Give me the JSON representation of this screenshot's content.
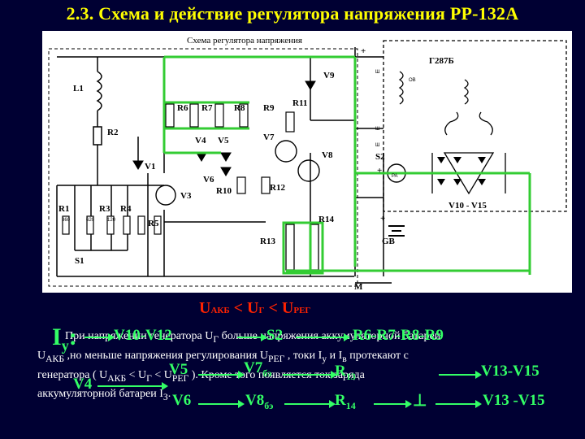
{
  "slide": {
    "title": "2.3. Схема и действие регулятора напряжения РР-132А"
  },
  "diagram": {
    "heading": "Схема регулятора напряжения",
    "generator_label": "Г287Б",
    "labels": {
      "L1": "L1",
      "R2": "R2",
      "R1": "R1",
      "R3": "R3",
      "R4": "R4",
      "R5": "R5",
      "V1": "V1",
      "V3": "V3",
      "S1": "S1",
      "R6": "R6",
      "R7": "R7",
      "R8": "R8",
      "R9": "R9",
      "R11": "R11",
      "R10": "R10",
      "R12": "R12",
      "R13": "R13",
      "R14": "R14",
      "V4": "V4",
      "V5": "V5",
      "V6": "V6",
      "V7": "V7",
      "V8": "V8",
      "V9": "V9",
      "Sh_top": "Ш",
      "Sh_mid": "Ш",
      "Sh_low": "Ш",
      "OV": "ОВ",
      "S2": "S2",
      "PA": "PA",
      "GB": "GB",
      "M": "М",
      "plus_top": "+",
      "plus_mid": "+",
      "plus_gb": "+",
      "rectifier": "V10 - V15",
      "r_small_1": "360",
      "r_small_2": "620",
      "r_small_3": "120"
    }
  },
  "formula": {
    "parts": [
      "U",
      "АКБ",
      " < U",
      "Г",
      " < U",
      "РЕГ"
    ]
  },
  "paragraph": {
    "l1": "При напряжении генератора U",
    "l1s": "Г",
    "l1b": " больше напряжения аккумуляторной батареи",
    "l2a": "U",
    "l2s": "АКБ",
    "l2b": " ,но меньше напряжения регулирования U",
    "l2s2": "РЕГ",
    "l2c": " , токи I",
    "l2s3": "у",
    "l2d": " и I",
    "l2s4": "в",
    "l2e": " протекают с",
    "l3a": "генератора ( U",
    "l3s": "АКБ",
    "l3b": " < U",
    "l3s2": "Г",
    "l3c": " < U",
    "l3s3": "РЕГ",
    "l3d": " ). Кроме того появляется ток заряда",
    "l4a": "аккумуляторной батареи I",
    "l4s": "З",
    "l4b": "."
  },
  "overlays": {
    "Iy": "I",
    "Iy_sub": "у",
    "Iy_tail": ":",
    "v10v12": "V10-V12",
    "s2": "S2",
    "r6r9": "R6-R7-R8-R9",
    "v5": "V5",
    "v7": "V7",
    "v7_sub": "бэ",
    "r13": "R",
    "r13_sub": "13",
    "v13v15_a": "V13-V15",
    "v4": "V4",
    "v6": "V6",
    "v8": "V8",
    "v8_sub": "бэ",
    "r14": "R",
    "r14_sub": "14",
    "perp": "⊥",
    "v13v15_b": "V13 -V15"
  },
  "colors": {
    "background": "#000033",
    "title": "#ffff00",
    "formula": "#ff2200",
    "overlay": "#33ff66",
    "wire_highlight": "#33cc33"
  }
}
